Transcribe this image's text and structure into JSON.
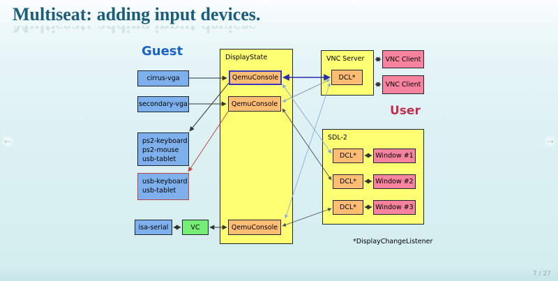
{
  "slide": {
    "title": "Multiseat: adding input devices.",
    "page_number": "7 / 27",
    "footnote": "*DisplayChangeListener"
  },
  "nav": {
    "back": "←",
    "forward": "→"
  },
  "labels": {
    "guest": "Guest",
    "user": "User"
  },
  "diagram": {
    "guest_boxes": {
      "cirrus": "cirrus-vga",
      "secondary": "secondary-vga",
      "ps2_lines": [
        "ps2-keyboard",
        "ps2-mouse",
        "usb-tablet"
      ],
      "usb_lines": [
        "usb-keyboard",
        "usb-tablet"
      ],
      "isa": "isa-serial",
      "vc": "VC"
    },
    "display_state": {
      "label": "DisplayState",
      "consoles": [
        "QemuConsole",
        "QemuConsole",
        "QemuConsole"
      ]
    },
    "vnc_server": {
      "label": "VNC Server",
      "dcl": "DCL*"
    },
    "vnc_clients": [
      "VNC Client",
      "VNC Client"
    ],
    "sdl": {
      "label": "SDL-2",
      "dcls": [
        "DCL*",
        "DCL*",
        "DCL*"
      ],
      "windows": [
        "Window #1",
        "Window #2",
        "Window #3"
      ]
    },
    "colors": {
      "title": "#1a5d7d",
      "guest_label": "#1a62c8",
      "user_label": "#c32e50",
      "box_blue": "#7db0ec",
      "box_yellow": "#ffff73",
      "box_orange": "#ffbd73",
      "box_pink": "#f8839e",
      "box_green": "#76ee76",
      "edge_dark": "#333333",
      "edge_red": "#c14545",
      "edge_navy": "#2b2bb0",
      "edge_lightblue": "#8fabdc",
      "active_console_border": "#3a3ac0"
    }
  }
}
